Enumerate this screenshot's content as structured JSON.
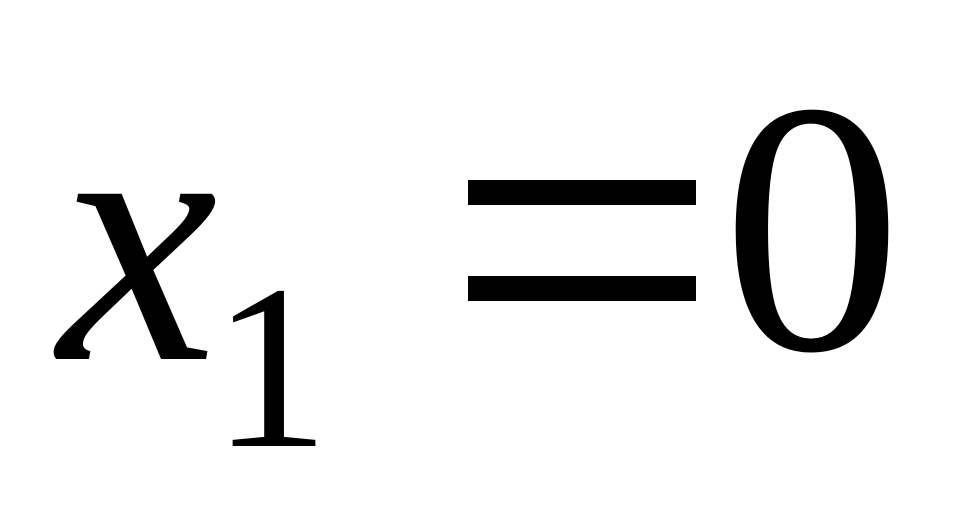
{
  "equation": {
    "variable": "x",
    "subscript": "1",
    "operator": "=",
    "value": "0"
  }
}
